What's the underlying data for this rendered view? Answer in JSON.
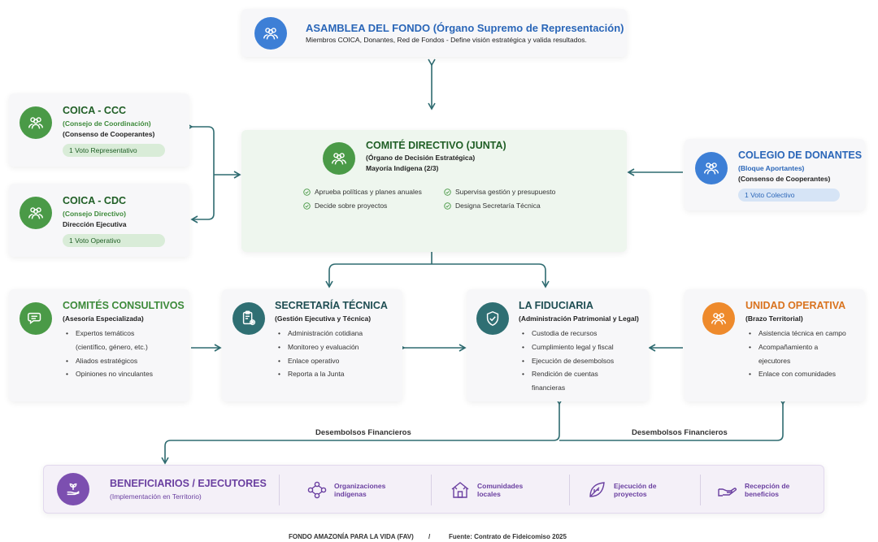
{
  "asamblea": {
    "title": "ASAMBLEA DEL FONDO (Órgano Supremo de Representación)",
    "subtitle": "Miembros COICA, Donantes, Red de Fondos - Define visión estratégica y valida resultados.",
    "icon": "people-group-icon"
  },
  "coica_ccc": {
    "title": "COICA - CCC",
    "sub1": "(Consejo de Coordinación)",
    "sub2": "(Consenso de Cooperantes)",
    "vote": "1 Voto Representativo"
  },
  "coica_cdc": {
    "title": "COICA - CDC",
    "sub1": "(Consejo Directivo)",
    "sub2": "Dirección Ejecutiva",
    "vote": "1 Voto Operativo"
  },
  "comite": {
    "title": "COMITÉ DIRECTIVO (JUNTA)",
    "sub1": "(Órgano de Decisión Estratégica)",
    "sub2": "Mayoría Indígena (2/3)",
    "items_left": [
      "Aprueba políticas y planes anuales",
      "Decide sobre proyectos"
    ],
    "items_right": [
      "Supervisa gestión y presupuesto",
      "Designa Secretaría Técnica"
    ]
  },
  "colegio": {
    "title": "COLEGIO DE DONANTES",
    "sub1": "(Bloque Aportantes)",
    "sub2": "(Consenso de Cooperantes)",
    "vote": "1 Voto Colectivo"
  },
  "consultivos": {
    "title": "COMITÉS CONSULTIVOS",
    "sub1": "(Asesoría Especializada)",
    "items": [
      "Expertos temáticos",
      "(científico, género, etc.)",
      "Aliados estratégicos",
      "Opiniones no vinculantes"
    ]
  },
  "secretaria": {
    "title": "SECRETARÍA TÉCNICA",
    "sub1": "(Gestión Ejecutiva y Técnica)",
    "items": [
      "Administración cotidiana",
      "Monitoreo y evaluación",
      "Enlace operativo",
      "Reporta a la Junta"
    ]
  },
  "fiduciaria": {
    "title": "LA FIDUCIARIA",
    "sub1": "(Administración Patrimonial y Legal)",
    "items": [
      "Custodia de recursos",
      "Cumplimiento legal y fiscal",
      "Ejecución de desembolsos",
      "Rendición de cuentas",
      "financieras"
    ]
  },
  "unidad": {
    "title": "UNIDAD OPERATIVA",
    "sub1": "(Brazo Territorial)",
    "items": [
      "Asistencia técnica en campo",
      "Acompañamiento a",
      "ejecutores",
      "Enlace con comunidades"
    ]
  },
  "flows": {
    "left": "Desembolsos Financieros",
    "right": "Desembolsos Financieros"
  },
  "beneficiarios": {
    "title": "BENEFICIARIOS / EJECUTORES",
    "sub": "(Implementación en Territorio)",
    "items": [
      {
        "line1": "Organizaciones",
        "line2": "indígenas",
        "icon": "people-network-icon"
      },
      {
        "line1": "Comunidades",
        "line2": "locales",
        "icon": "hut-icon"
      },
      {
        "line1": "Ejecución de",
        "line2": "proyectos",
        "icon": "leaf-icon"
      },
      {
        "line1": "Recepción de",
        "line2": "beneficios",
        "icon": "hand-receive-icon"
      }
    ]
  },
  "footer": {
    "left": "FONDO AMAZONÍA PARA LA VIDA (FAV)",
    "divider": "/",
    "right": "Fuente: Contrato de Fideicomiso 2025"
  },
  "colors": {
    "blue": "#3d7fd6",
    "green": "#4a9a47",
    "teal": "#2f6f73",
    "orange": "#ee8a2c",
    "purple": "#7c4fb0",
    "connector": "#2e6b70"
  }
}
